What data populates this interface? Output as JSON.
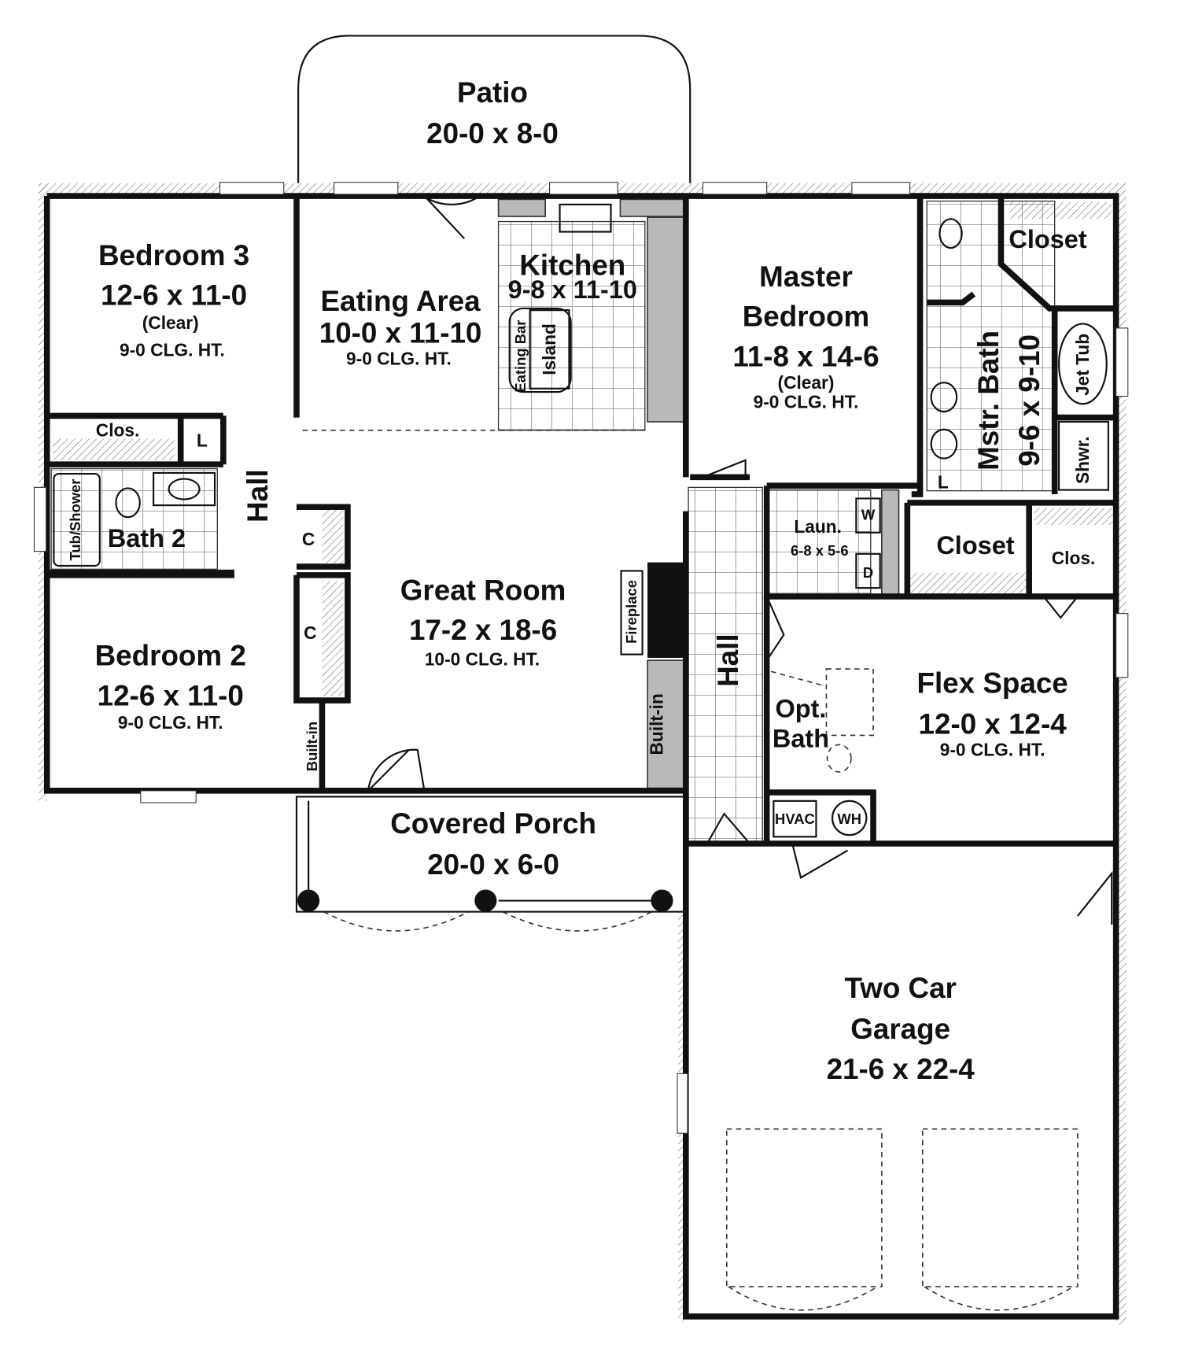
{
  "plan": {
    "patio": {
      "name": "Patio",
      "size": "20-0 x 8-0"
    },
    "bedroom3": {
      "name": "Bedroom 3",
      "size": "12-6 x 11-0",
      "note": "(Clear)",
      "ceiling": "9-0 CLG. HT."
    },
    "eating_area": {
      "name": "Eating Area",
      "size": "10-0 x 11-10",
      "ceiling": "9-0 CLG. HT."
    },
    "kitchen": {
      "name": "Kitchen",
      "size": "9-8 x 11-10",
      "eating_bar": "Eating Bar",
      "island": "Island"
    },
    "master_bedroom": {
      "name_line1": "Master",
      "name_line2": "Bedroom",
      "size": "11-8 x 14-6",
      "note": "(Clear)",
      "ceiling": "9-0 CLG. HT."
    },
    "master_closet": {
      "name": "Closet"
    },
    "master_bath": {
      "name": "Mstr. Bath",
      "size": "9-6 x 9-10",
      "jet_tub": "Jet Tub",
      "shower": "Shwr.",
      "linen": "L"
    },
    "bed3_closet": {
      "name": "Clos.",
      "linen": "L"
    },
    "bath2": {
      "name": "Bath 2",
      "tub": "Tub/Shower"
    },
    "hall_west": {
      "name": "Hall",
      "closet1": "C",
      "closet2": "C"
    },
    "great_room": {
      "name": "Great Room",
      "size": "17-2 x 18-6",
      "ceiling": "10-0 CLG. HT.",
      "fireplace": "Fireplace",
      "builtin_left": "Built-in",
      "builtin_right": "Built-in"
    },
    "bedroom2": {
      "name": "Bedroom 2",
      "size": "12-6 x 11-0",
      "ceiling": "9-0 CLG. HT."
    },
    "hall_east": {
      "name": "Hall"
    },
    "laundry": {
      "name": "Laun.",
      "size": "6-8 x 5-6",
      "washer": "W",
      "dryer": "D"
    },
    "closet_mid": {
      "name": "Closet"
    },
    "clos_east": {
      "name": "Clos."
    },
    "flex_space": {
      "name": "Flex Space",
      "size": "12-0 x 12-4",
      "ceiling": "9-0 CLG. HT.",
      "opt_bath_line1": "Opt.",
      "opt_bath_line2": "Bath"
    },
    "mechanical": {
      "hvac": "HVAC",
      "water_heater": "WH"
    },
    "covered_porch": {
      "name": "Covered Porch",
      "size": "20-0 x 6-0"
    },
    "garage": {
      "name_line1": "Two Car",
      "name_line2": "Garage",
      "size": "21-6 x 22-4"
    }
  },
  "colors": {
    "wall": "#111111",
    "fixture_fill": "#b9b9b9",
    "background": "#ffffff"
  }
}
